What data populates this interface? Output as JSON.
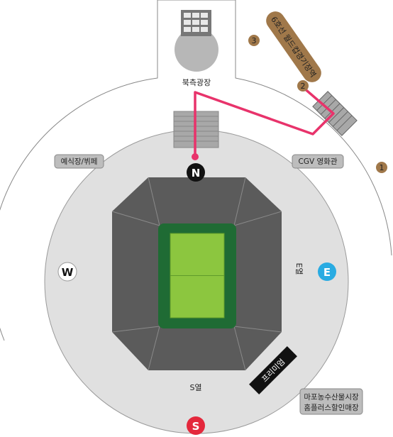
{
  "map": {
    "north_plaza": "북측광장",
    "station": "6호선 월드컵경기장역",
    "exits": {
      "exit1": "1",
      "exit2": "2",
      "exit3": "3"
    },
    "labels": {
      "buffet": "예식장/뷔페",
      "cgv": "CGV 영화관",
      "market_line1": "마포농수산물시장",
      "market_line2": "홈플러스할인매장",
      "e_row": "E열",
      "s_row": "S열",
      "premium": "프리미엄"
    },
    "directions": {
      "north": "N",
      "south": "S",
      "east": "E",
      "west": "W"
    },
    "colors": {
      "stand": "#5b5b5b",
      "pitch_border": "#1f6b34",
      "pitch": "#8cc63f",
      "route": "#e8336b",
      "concourse": "#e0e0e0",
      "station_pill": "#a0784a",
      "east_marker": "#29abe2",
      "south_marker": "#e4283c"
    }
  }
}
